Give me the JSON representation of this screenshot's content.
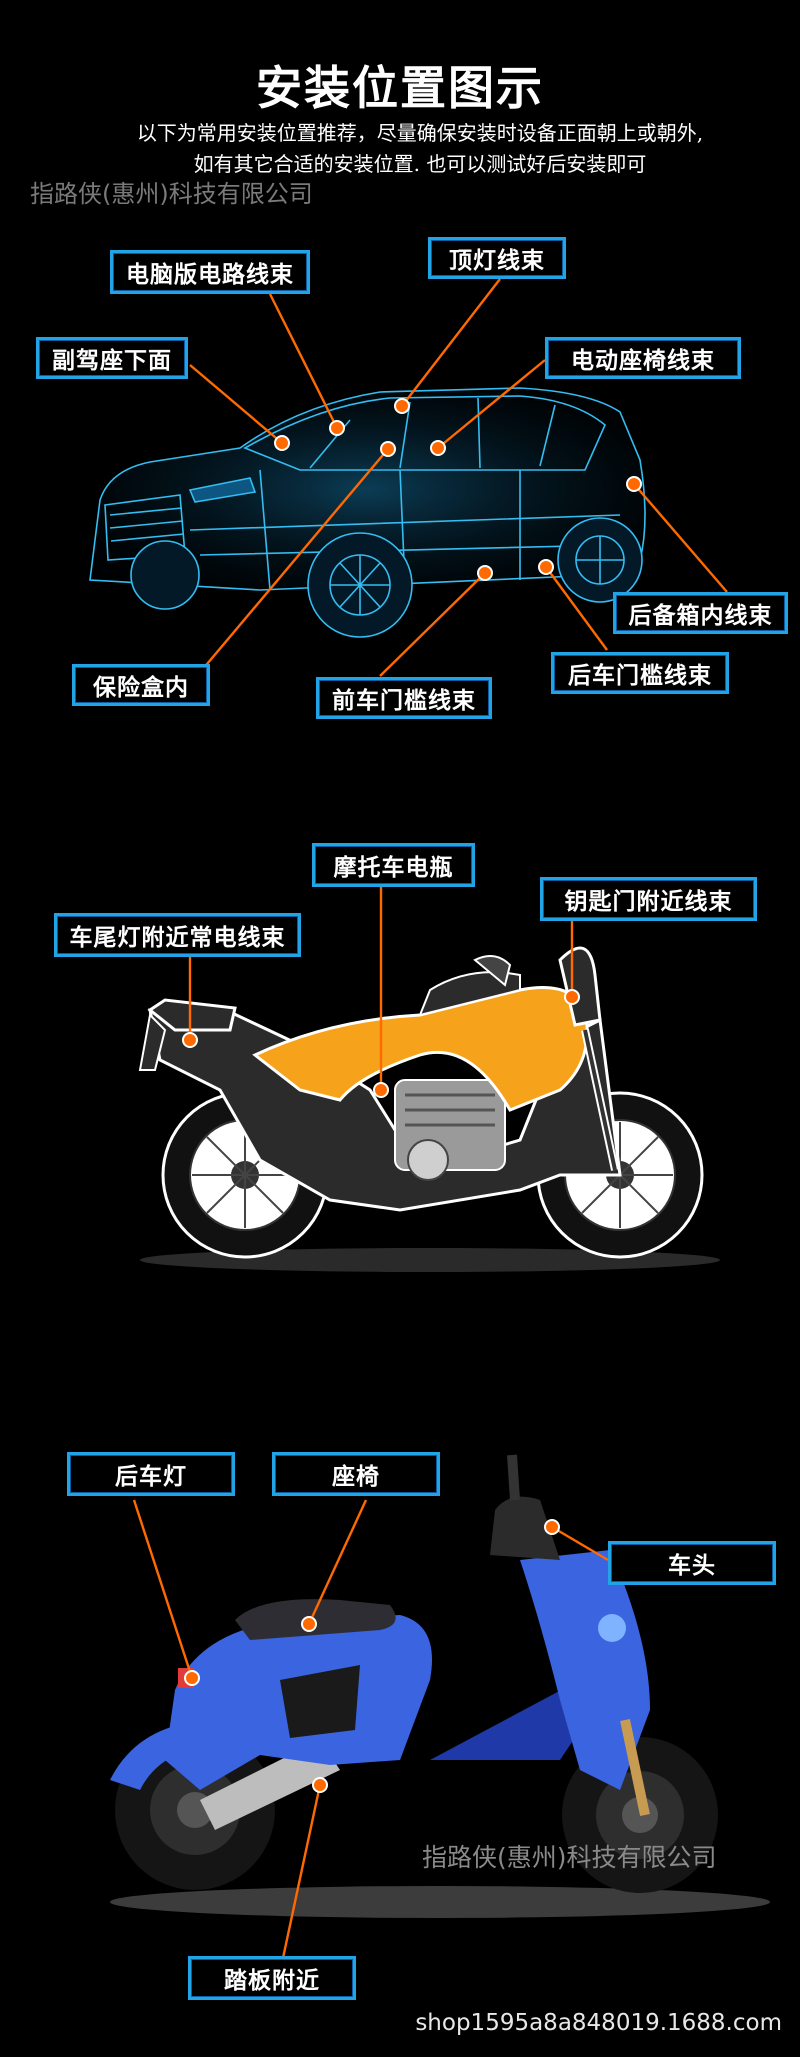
{
  "title": "安装位置图示",
  "intro": {
    "line1": "以下为常用安装位置推荐，尽量确保安装时设备正面朝上或朝外,",
    "line2": "如有其它合适的安装位置. 也可以测试好后安装即可"
  },
  "watermark": "指路侠(惠州)科技有限公司",
  "car_labels": [
    "电脑版电路线束",
    "顶灯线束",
    "副驾座下面",
    "电动座椅线束",
    "后备箱内线束",
    "保险盒内",
    "前车门槛线束",
    "后车门槛线束"
  ],
  "moto_labels": [
    "摩托车电瓶",
    "钥匙门附近线束",
    "车尾灯附近常电线束"
  ],
  "scooter_labels": [
    "后车灯",
    "座椅",
    "车头",
    "踏板附近"
  ],
  "footer": "shop1595a8a848019.1688.com",
  "colors": {
    "label_border": "#21a3e6",
    "leader": "#ff6a00",
    "car_wire": "#37c8ff",
    "moto_orange": "#f7a21b",
    "scooter_blue": "#3a64e0"
  }
}
